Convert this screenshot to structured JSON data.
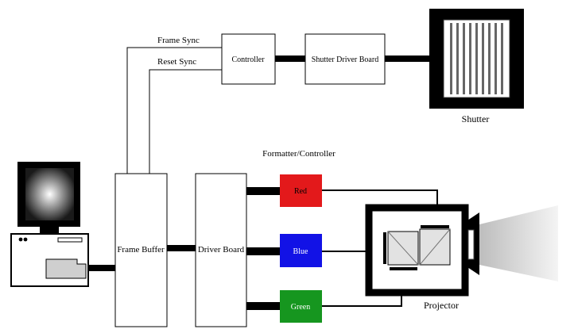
{
  "labels": {
    "frame_sync": "Frame Sync",
    "reset_sync": "Reset Sync",
    "controller": "Controller",
    "shutter_driver_board": "Shutter Driver Board",
    "shutter": "Shutter",
    "formatter_controller": "Formatter/Controller",
    "frame_buffer": "Frame Buffer",
    "driver_board": "Driver Board",
    "red": "Red",
    "blue": "Blue",
    "green": "Green",
    "projector": "Projector"
  },
  "colors": {
    "red": "#e3191b",
    "blue": "#1212e6",
    "green": "#16961f",
    "line": "#000000"
  },
  "icons": {
    "computer": "computer-icon",
    "shutter": "shutter-icon",
    "projector": "projector-icon"
  }
}
